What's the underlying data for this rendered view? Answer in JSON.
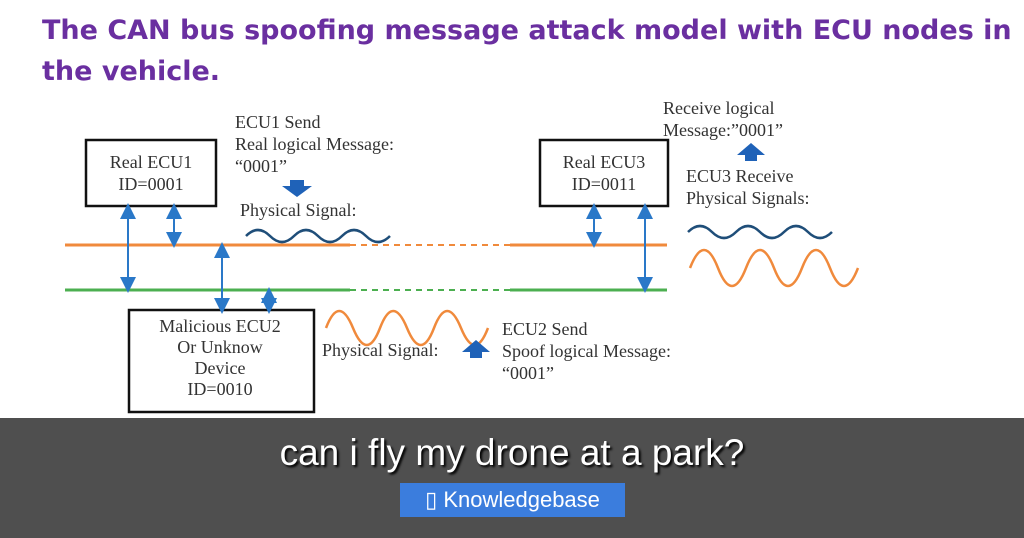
{
  "title": "The CAN bus spoofing message attack model with ECU nodes in the vehicle.",
  "diagram": {
    "ecu1": {
      "name": "Real ECU1",
      "id": "ID=0001"
    },
    "ecu3": {
      "name": "Real ECU3",
      "id": "ID=0011"
    },
    "ecu2": {
      "line1": "Malicious ECU2",
      "line2": "Or Unknow",
      "line3": "Device",
      "id": "ID=0010"
    },
    "ecu1_send": {
      "line1": "ECU1 Send",
      "line2": "Real logical Message:",
      "line3": "“0001”"
    },
    "physical_signal_1": "Physical Signal:",
    "physical_signal_2": "Physical Signal:",
    "receive": {
      "line1": "Receive logical",
      "line2": "Message:”0001”"
    },
    "ecu3_receive": {
      "line1": "ECU3 Receive",
      "line2": "Physical Signals:"
    },
    "ecu2_send": {
      "line1": "ECU2 Send",
      "line2": "Spoof logical Message:",
      "line3": "“0001”"
    },
    "colors": {
      "can_high": "#f08a3c",
      "can_low": "#4caf50",
      "arrow": "#2a78c8",
      "signal_blue": "#1f4e79"
    }
  },
  "overlay": {
    "question": "can i fly my drone at a park?",
    "button_icon": "book-icon",
    "button_label": "Knowledgebase"
  }
}
